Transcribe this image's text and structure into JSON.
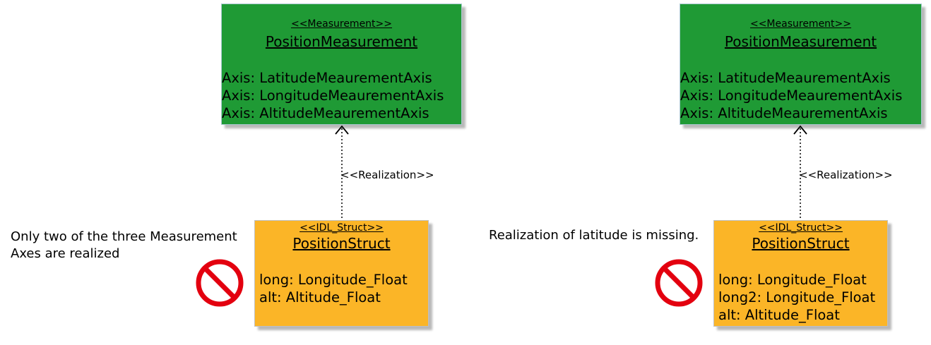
{
  "diagrams": [
    {
      "measurement": {
        "stereotype": "<<Measurement>>",
        "name": "PositionMeasurement",
        "attributes": [
          "Axis: LatitudeMeaurementAxis",
          "Axis: LongitudeMeaurementAxis",
          "Axis: AltitudeMeaurementAxis"
        ]
      },
      "relation_label": "<<Realization>>",
      "struct": {
        "stereotype": "<<IDL_Struct>>",
        "name": "PositionStruct",
        "attributes": [
          "long: Longitude_Float",
          "alt: Altitude_Float"
        ]
      },
      "note": [
        "Only two of the three Measurement",
        "Axes are realized"
      ]
    },
    {
      "measurement": {
        "stereotype": "<<Measurement>>",
        "name": "PositionMeasurement",
        "attributes": [
          "Axis: LatitudeMeaurementAxis",
          "Axis: LongitudeMeaurementAxis",
          "Axis: AltitudeMeaurementAxis"
        ]
      },
      "relation_label": "<<Realization>>",
      "struct": {
        "stereotype": "<<IDL_Struct>>",
        "name": "PositionStruct",
        "attributes": [
          "long: Longitude_Float",
          "long2: Longitude_Float",
          "alt: Altitude_Float"
        ]
      },
      "note": [
        "Realization of latitude is missing."
      ]
    }
  ],
  "colors": {
    "measurement_fill": "#1f9a35",
    "struct_fill": "#fbb527",
    "prohibited_icon": "#e3000f"
  },
  "icons": [
    "prohibited-icon",
    "prohibited-icon"
  ]
}
